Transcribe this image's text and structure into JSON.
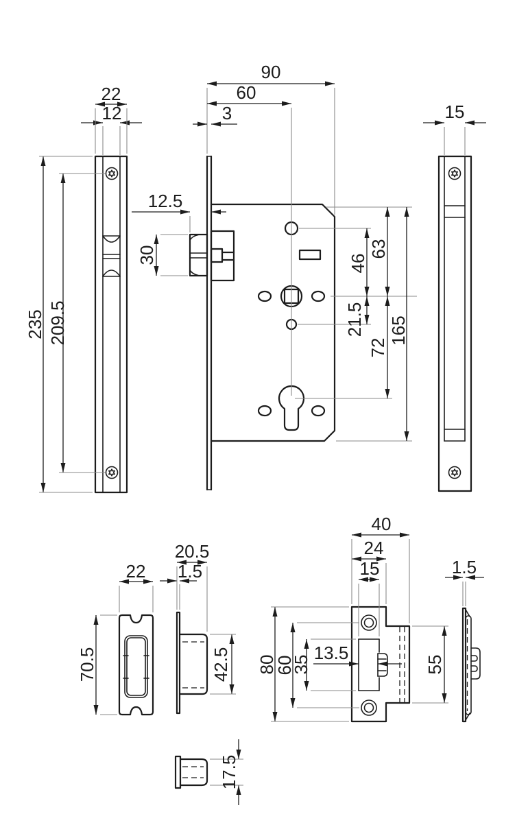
{
  "drawing": {
    "title": "Mortise lock dimensional drawing",
    "line_color": "#1c1c1c",
    "extension_line_color": "#8a8a8a",
    "background": "#ffffff"
  },
  "views": {
    "faceplate_front": {
      "dims": {
        "width": "22",
        "core_width": "12",
        "height": "235",
        "screw_spacing": "209.5"
      }
    },
    "lock_case_front": {
      "dims": {
        "case_width": "90",
        "backset": "60",
        "faceplate_thickness": "3",
        "latch_projection": "12.5",
        "latch_height": "30",
        "top_to_spindle": "63",
        "hole_to_spindle": "46",
        "spindle_to_hole": "21.5",
        "case_height": "165",
        "spindle_to_cylinder": "72"
      }
    },
    "lock_case_side": {
      "dims": {
        "case_thickness": "15"
      }
    },
    "dustbox_front": {
      "dims": {
        "width": "22",
        "height": "70.5"
      }
    },
    "dustbox_side": {
      "dims": {
        "depth": "20.5",
        "plate_thickness": "1.5",
        "box_height": "42.5"
      }
    },
    "dustbox_top": {
      "dims": {
        "box_depth": "17.5"
      }
    },
    "strike_front": {
      "dims": {
        "total_width": "40",
        "plate_width": "24",
        "opening_width": "15",
        "plate_height": "80",
        "screw_spacing": "60",
        "opening_height": "35",
        "latch_offset": "13.5",
        "flange_height": "55"
      }
    },
    "strike_side": {
      "dims": {
        "plate_thickness": "1.5"
      }
    }
  }
}
